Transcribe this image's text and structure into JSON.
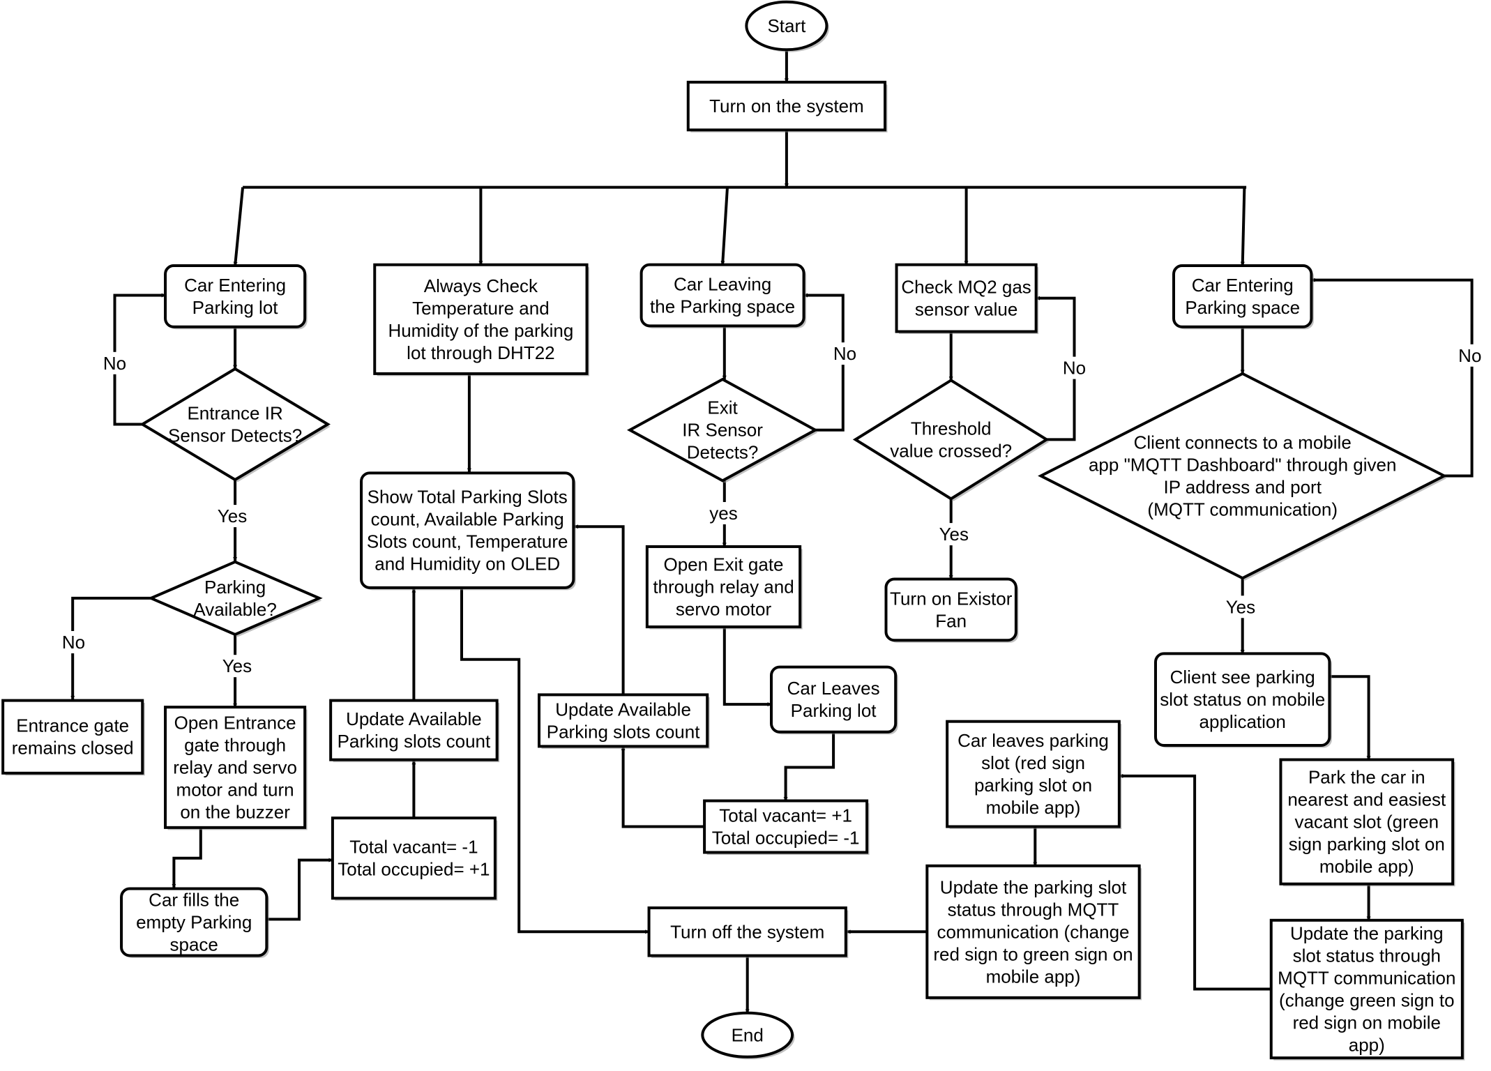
{
  "nodes": {
    "start": {
      "text": [
        "Start"
      ]
    },
    "turn_on": {
      "text": [
        "Turn on the system"
      ]
    },
    "car_entering_lot": {
      "text": [
        "Car Entering",
        "Parking lot"
      ]
    },
    "always_check": {
      "text": [
        "Always Check",
        "Temperature and",
        "Humidity of the parking",
        "lot through DHT22"
      ]
    },
    "car_leaving_space": {
      "text": [
        "Car Leaving",
        "the Parking space"
      ]
    },
    "check_mq2": {
      "text": [
        "Check MQ2 gas",
        "sensor value"
      ]
    },
    "car_entering_space": {
      "text": [
        "Car Entering",
        "Parking space"
      ]
    },
    "entrance_ir": {
      "text": [
        "Entrance IR",
        "Sensor Detects?"
      ]
    },
    "exit_ir": {
      "text": [
        "Exit",
        "IR Sensor",
        "Detects?"
      ]
    },
    "threshold": {
      "text": [
        "Threshold",
        "value crossed?"
      ]
    },
    "mqtt_connect": {
      "text": [
        "Client connects to a mobile",
        "app \"MQTT Dashboard\" through given",
        "IP address and port",
        "(MQTT communication)"
      ]
    },
    "show_oled": {
      "text": [
        "Show Total Parking Slots",
        "count, Available Parking",
        "Slots count, Temperature",
        "and Humidity on OLED"
      ]
    },
    "parking_available": {
      "text": [
        "Parking",
        "Available?"
      ]
    },
    "open_exit_gate": {
      "text": [
        "Open Exit gate",
        "through relay and",
        "servo motor"
      ]
    },
    "turn_on_fan": {
      "text": [
        "Turn on Existor",
        "Fan"
      ]
    },
    "client_see_status": {
      "text": [
        "Client see parking",
        "slot status on mobile",
        "application"
      ]
    },
    "entrance_closed": {
      "text": [
        "Entrance gate",
        "remains closed"
      ]
    },
    "open_entrance_gate": {
      "text": [
        "Open Entrance",
        "gate through",
        "relay and servo",
        "motor and turn",
        "on the buzzer"
      ]
    },
    "update_avail_1": {
      "text": [
        "Update Available",
        "Parking slots count"
      ]
    },
    "update_avail_2": {
      "text": [
        "Update Available",
        "Parking slots count"
      ]
    },
    "car_leaves_lot": {
      "text": [
        "Car Leaves",
        "Parking lot"
      ]
    },
    "car_leaves_slot": {
      "text": [
        "Car leaves parking",
        "slot (red sign",
        "parking slot on",
        "mobile app)"
      ]
    },
    "park_car": {
      "text": [
        "Park the car in",
        "nearest and easiest",
        "vacant slot (green",
        "sign parking slot on",
        "mobile app)"
      ]
    },
    "totals_leave": {
      "text": [
        "Total vacant= +1",
        "Total occupied= -1"
      ]
    },
    "totals_enter": {
      "text": [
        "Total vacant= -1",
        "Total occupied= +1"
      ]
    },
    "car_fills": {
      "text": [
        "Car fills the",
        "empty Parking",
        "space"
      ]
    },
    "update_status_red_green": {
      "text": [
        "Update the parking slot",
        "status through MQTT",
        "communication (change",
        "red sign to green sign on",
        "mobile app)"
      ]
    },
    "update_status_green_red": {
      "text": [
        "Update the parking",
        "slot status through",
        "MQTT communication",
        "(change green sign to",
        "red sign on mobile",
        "app)"
      ]
    },
    "turn_off": {
      "text": [
        "Turn off the system"
      ]
    },
    "end": {
      "text": [
        "End"
      ]
    }
  },
  "edge_labels": {
    "entrance_no": "No",
    "entrance_yes": "Yes",
    "parking_no": "No",
    "parking_yes": "Yes",
    "exit_no": "No",
    "exit_yes": "yes",
    "threshold_no": "No",
    "threshold_yes": "Yes",
    "mqtt_no": "No",
    "mqtt_yes": "Yes"
  },
  "colors": {
    "stroke": "#000000",
    "fill": "#ffffff",
    "shadow": "#8a8a8a"
  }
}
